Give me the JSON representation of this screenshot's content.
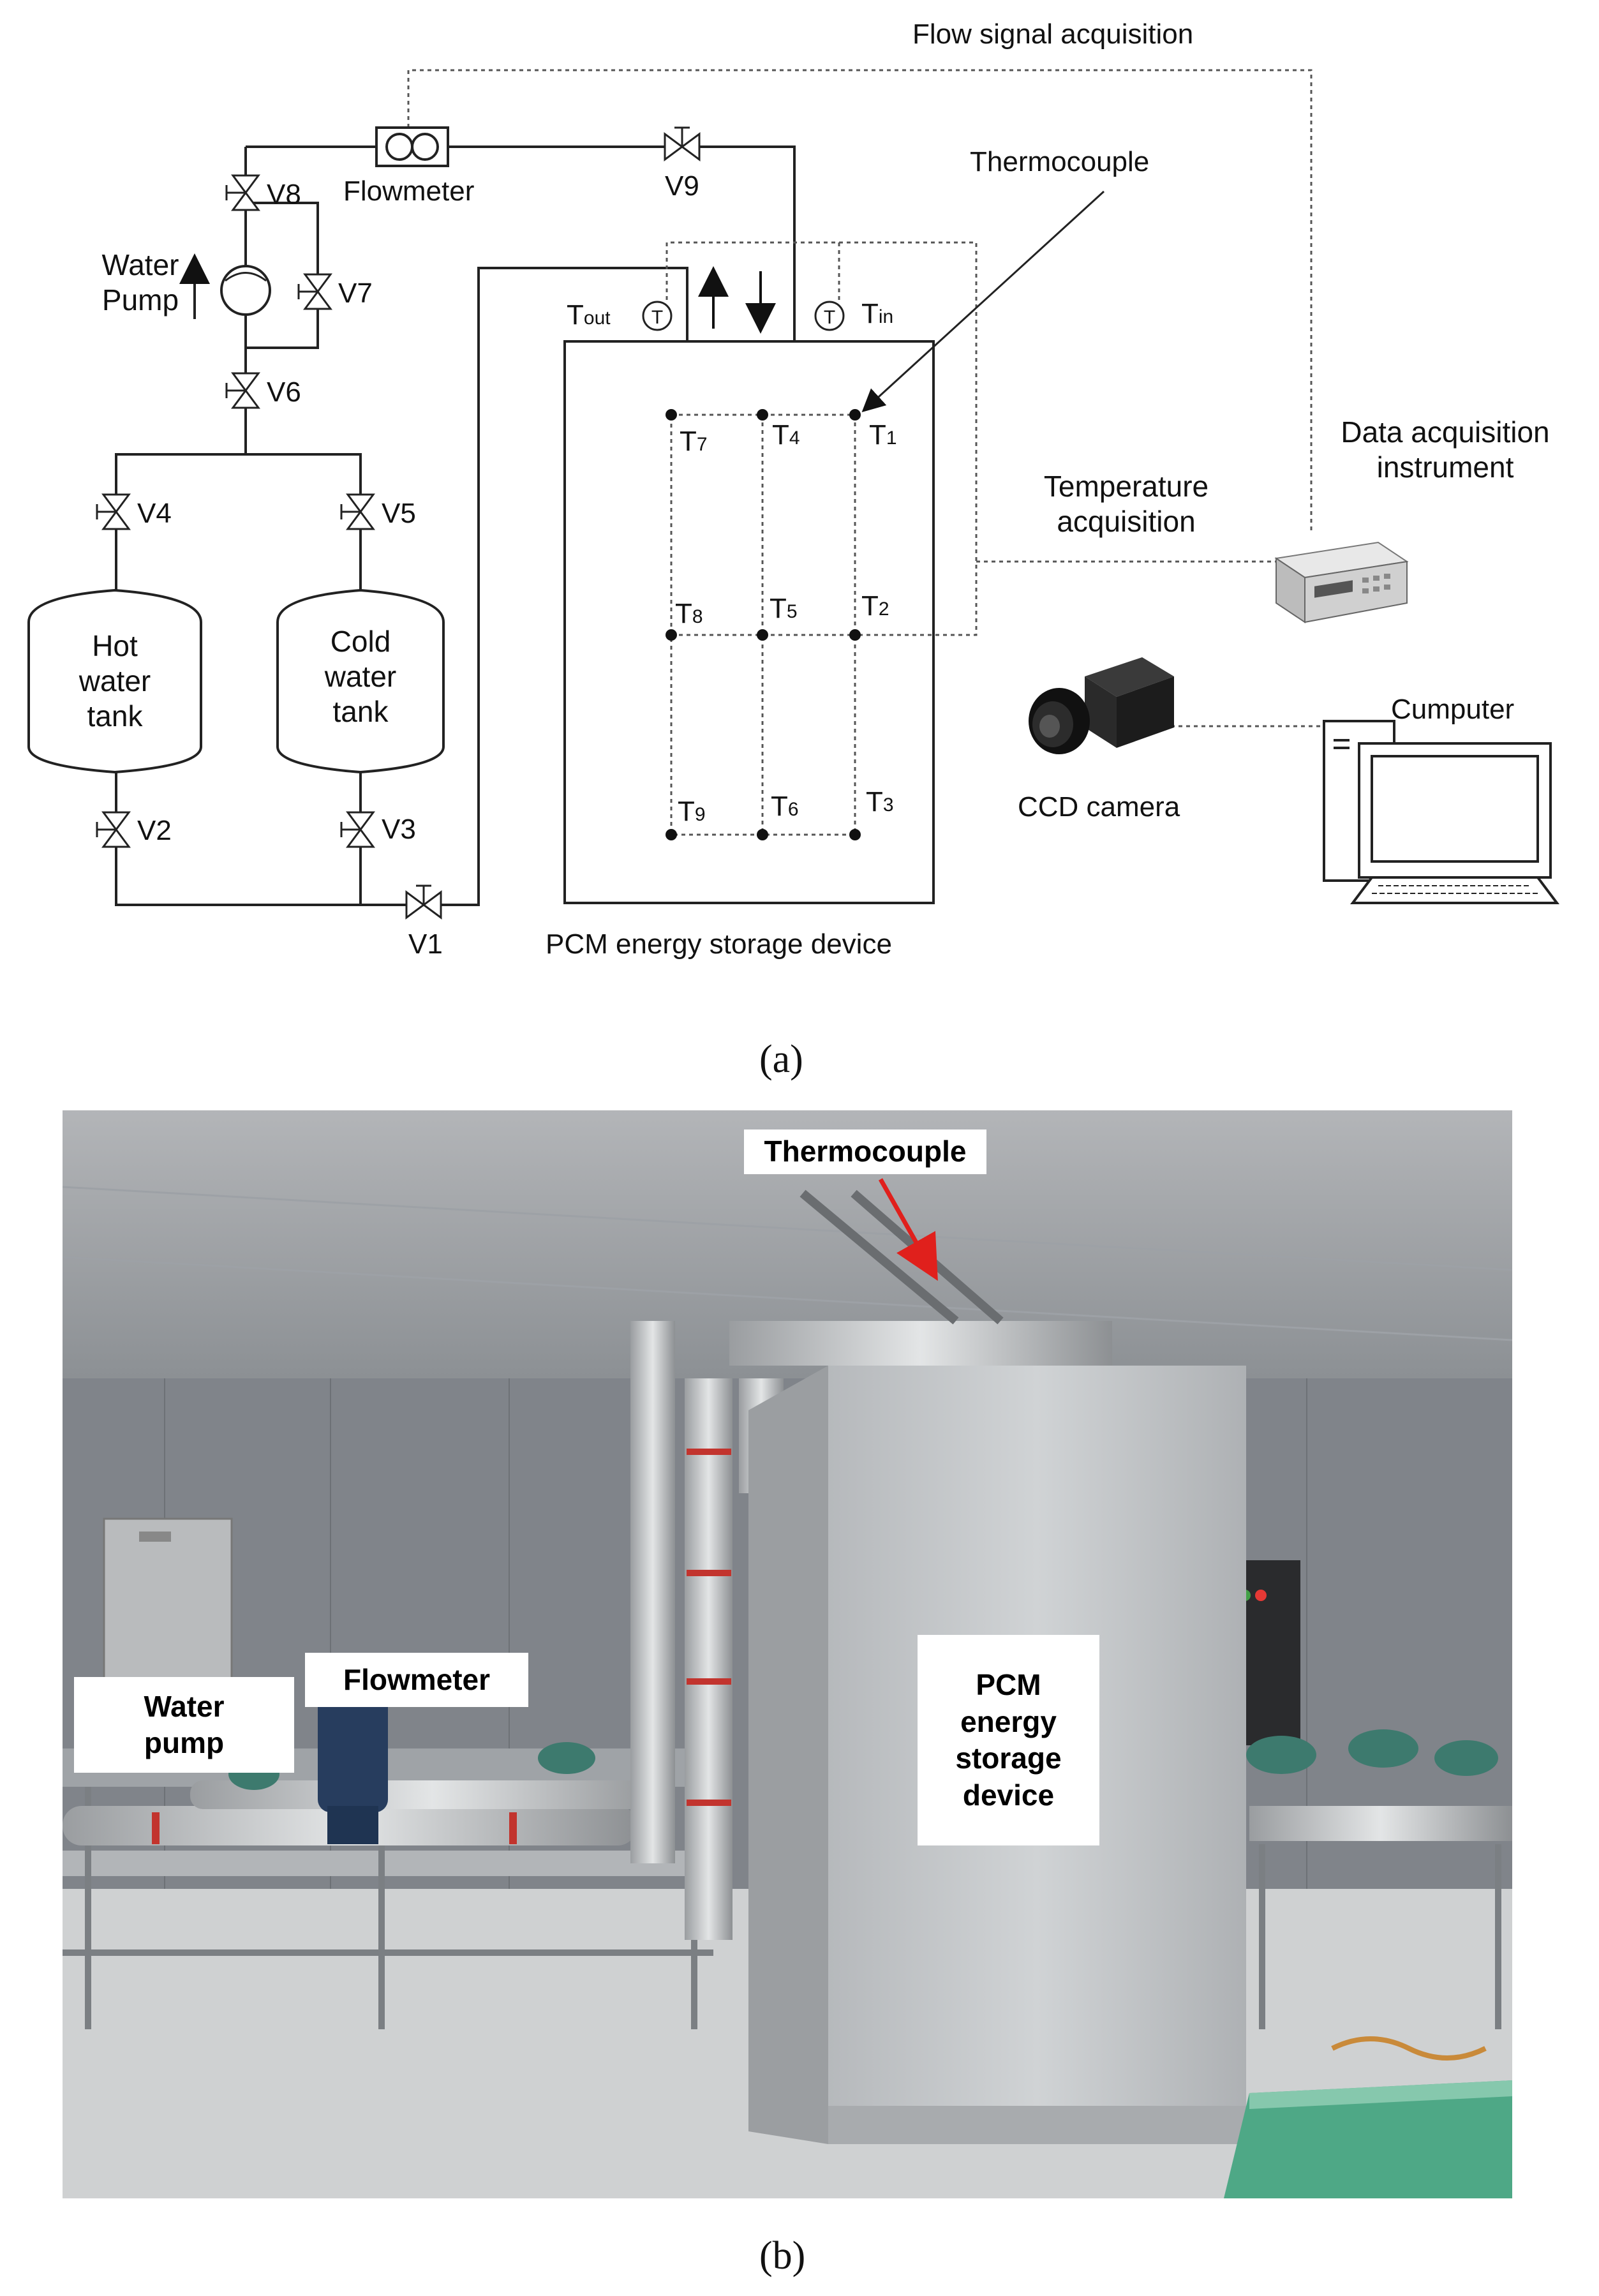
{
  "schematic": {
    "flow_signal_label": "Flow signal acquisition",
    "flowmeter_label": "Flowmeter",
    "thermocouple_label": "Thermocouple",
    "water_pump_label": "Water\nPump",
    "valves": [
      "V1",
      "V2",
      "V3",
      "V4",
      "V5",
      "V6",
      "V7",
      "V8",
      "V9"
    ],
    "tanks": {
      "hot": "Hot\nwater\ntank",
      "cold": "Cold\nwater\ntank"
    },
    "t_out": {
      "main": "T",
      "sub": "out"
    },
    "t_in": {
      "main": "T",
      "sub": "in"
    },
    "sensor_symbol": "T",
    "thermocouples": [
      {
        "main": "T",
        "sub": "1"
      },
      {
        "main": "T",
        "sub": "2"
      },
      {
        "main": "T",
        "sub": "3"
      },
      {
        "main": "T",
        "sub": "4"
      },
      {
        "main": "T",
        "sub": "5"
      },
      {
        "main": "T",
        "sub": "6"
      },
      {
        "main": "T",
        "sub": "7"
      },
      {
        "main": "T",
        "sub": "8"
      },
      {
        "main": "T",
        "sub": "9"
      }
    ],
    "device_label": "PCM energy storage device",
    "temperature_label": "Temperature\nacquisition",
    "daq_label": "Data acquisition\ninstrument",
    "camera_label": "CCD camera",
    "computer_label": "Cumputer"
  },
  "caption_a": "(a)",
  "photo": {
    "labels": {
      "thermocouple": "Thermocouple",
      "water_pump": "Water\npump",
      "flowmeter": "Flowmeter",
      "pcm_device": "PCM\nenergy\nstorage\ndevice"
    }
  },
  "caption_b": "(b)",
  "colors": {
    "line": "#222222",
    "arrow_red": "#e0201c"
  }
}
